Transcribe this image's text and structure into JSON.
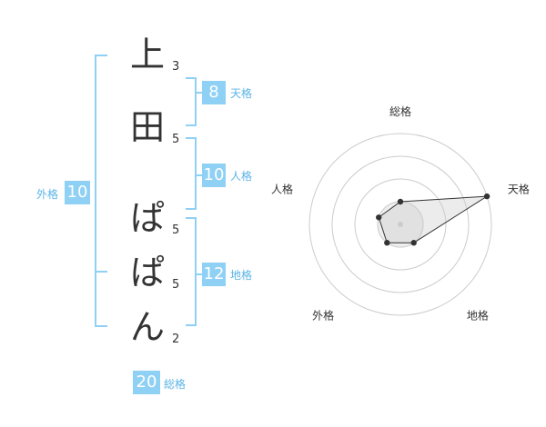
{
  "name_chars": [
    {
      "char": "上",
      "strokes": "3"
    },
    {
      "char": "田",
      "strokes": "5"
    },
    {
      "char": "ぱ",
      "strokes": "5"
    },
    {
      "char": "ぱ",
      "strokes": "5"
    },
    {
      "char": "ん",
      "strokes": "2"
    }
  ],
  "fortunes": {
    "tenkaku": {
      "value": "8",
      "label": "天格"
    },
    "jinkaku": {
      "value": "10",
      "label": "人格"
    },
    "chikaku": {
      "value": "12",
      "label": "地格"
    },
    "gaikaku": {
      "value": "10",
      "label": "外格"
    },
    "soukaku": {
      "value": "20",
      "label": "総格"
    }
  },
  "colors": {
    "accent": "#8fd0f5",
    "accent_text": "#5bb4e6",
    "text": "#333333",
    "grid": "#cccccc"
  },
  "chart_data": {
    "type": "radar",
    "axes": [
      "総格",
      "天格",
      "地格",
      "外格",
      "人格"
    ],
    "series": [
      {
        "values": [
          1,
          4,
          1,
          1,
          1
        ]
      }
    ],
    "rings": 4,
    "range": [
      0,
      4
    ]
  }
}
